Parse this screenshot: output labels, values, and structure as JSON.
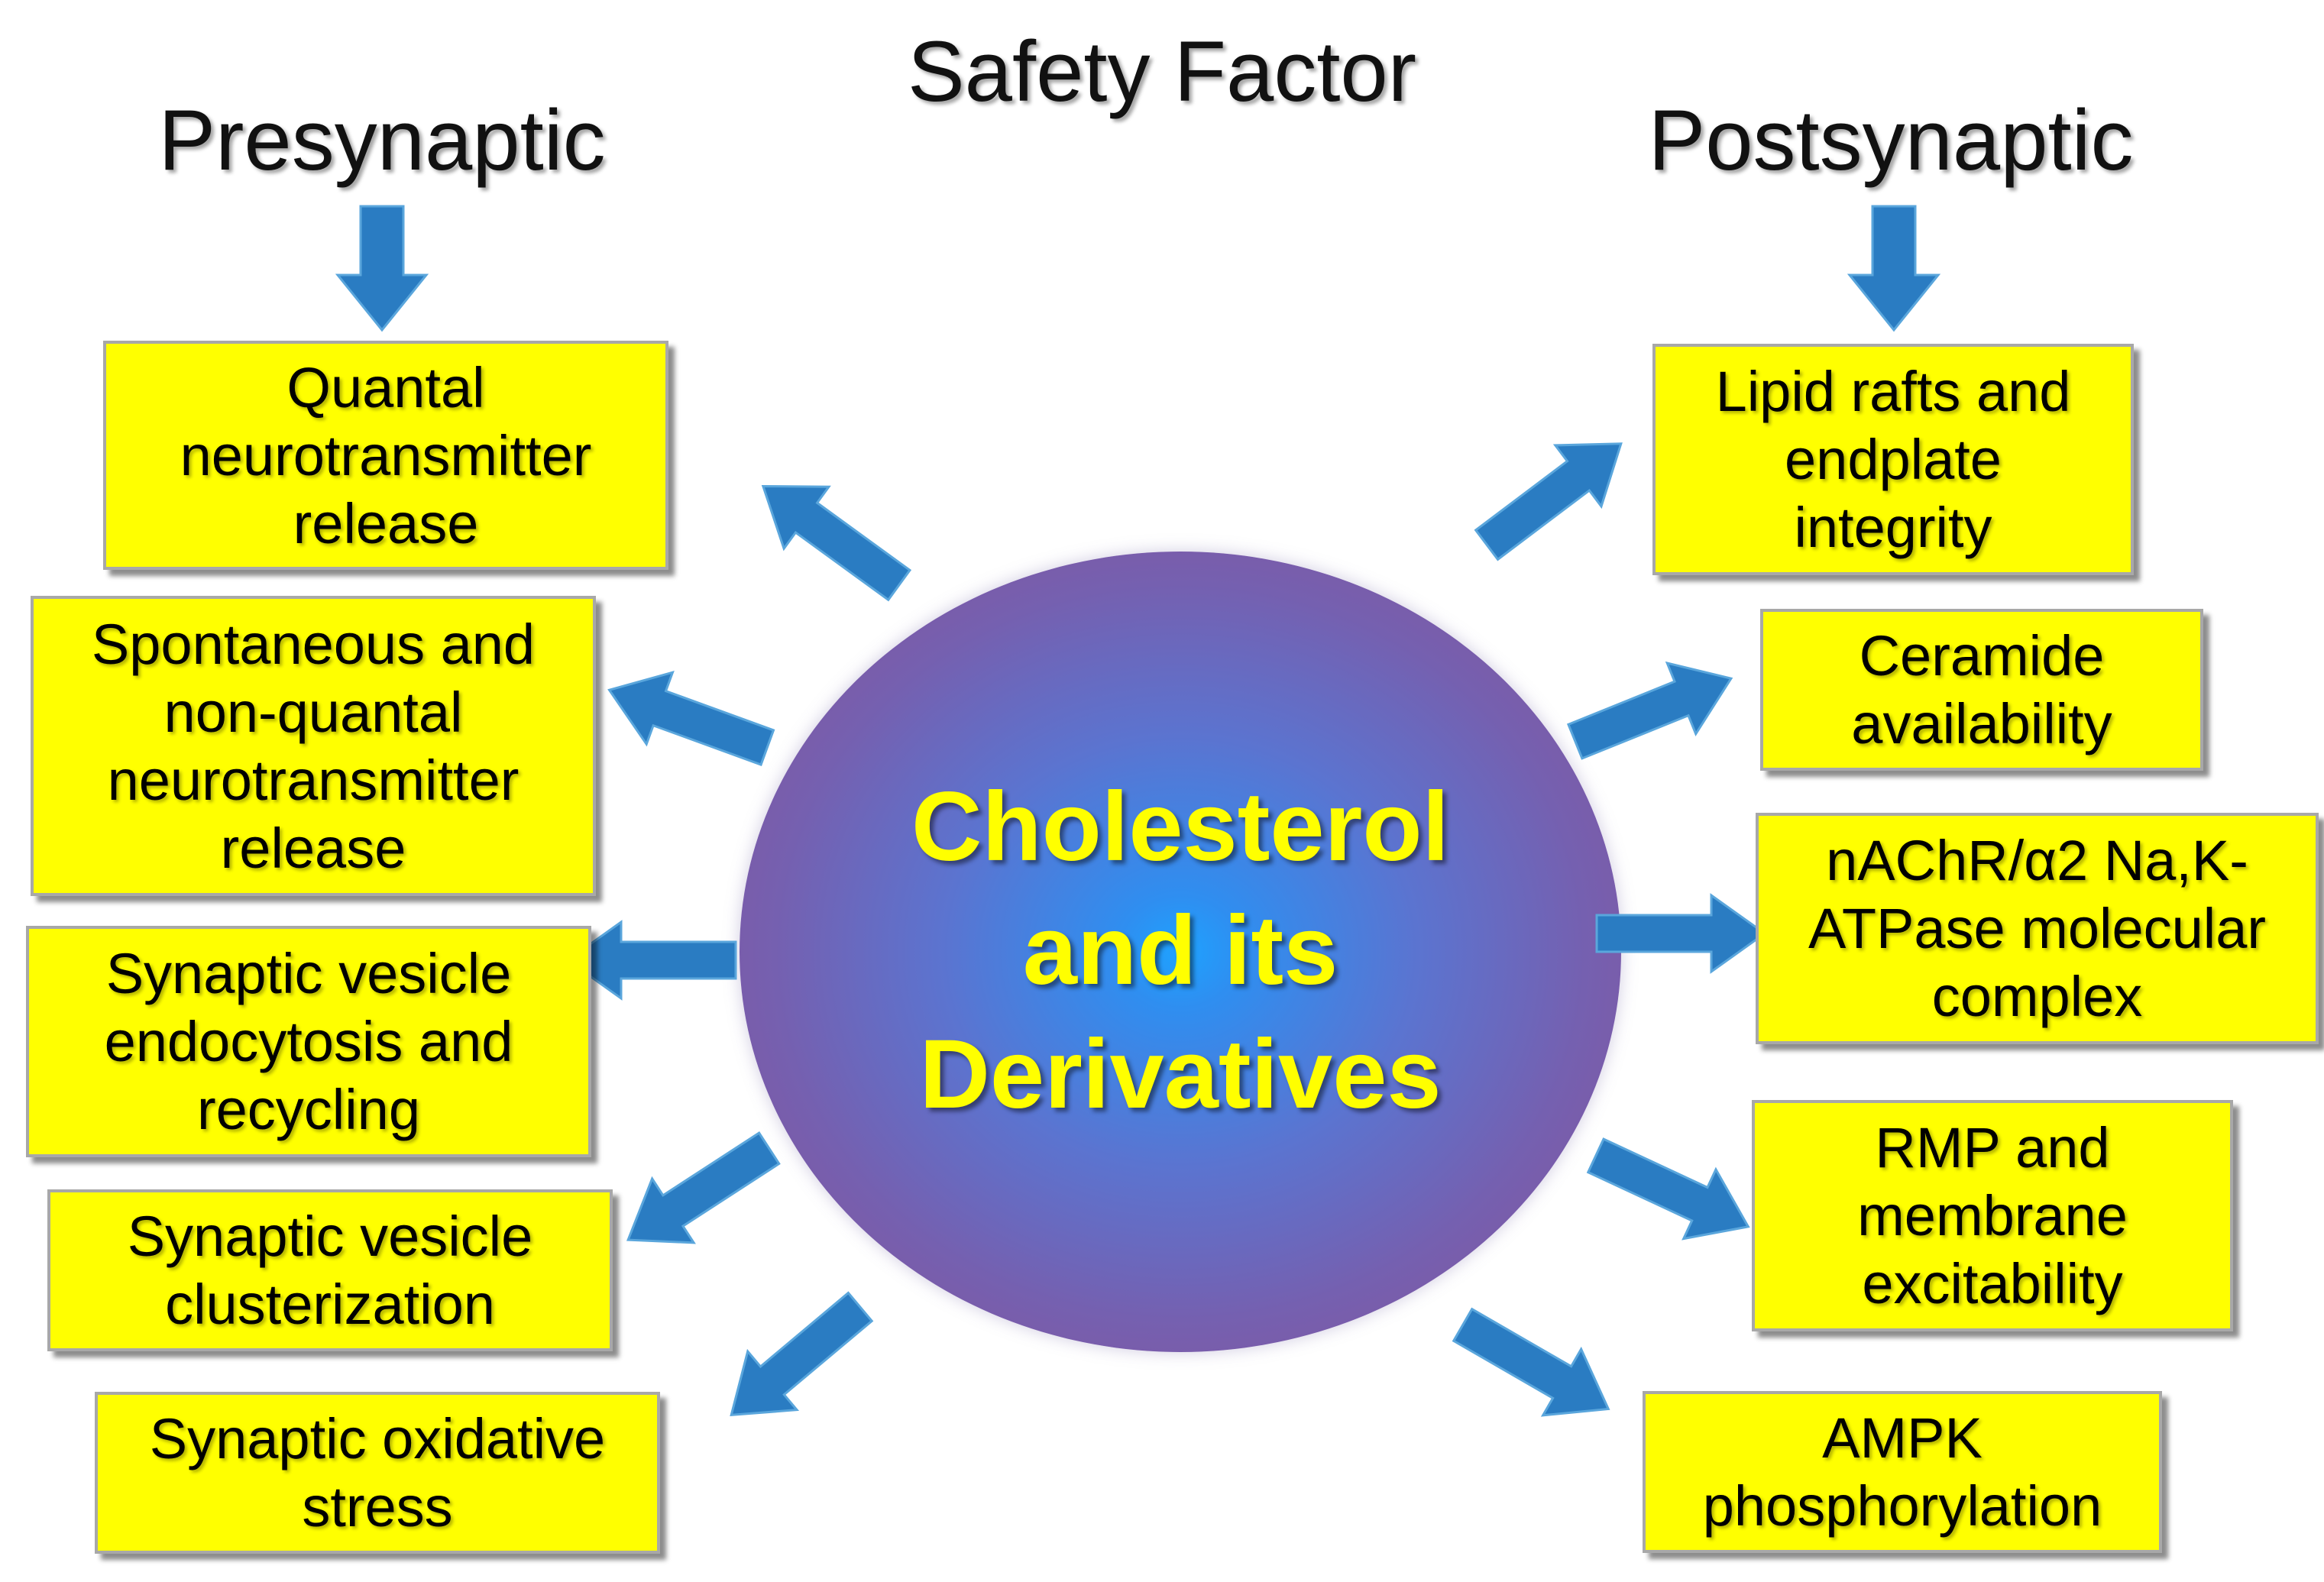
{
  "header": {
    "title": "Safety Factor",
    "presynaptic_label": "Presynaptic",
    "postsynaptic_label": "Postsynaptic"
  },
  "center": {
    "label": "Cholesterol\nand its\nDerivatives"
  },
  "presynaptic_items": [
    "Quantal\nneurotransmitter\nrelease",
    "Spontaneous and\nnon-quantal\nneurotransmitter\nrelease",
    "Synaptic vesicle\nendocytosis and\nrecycling",
    "Synaptic vesicle\nclusterization",
    "Synaptic oxidative\nstress"
  ],
  "postsynaptic_items": [
    "Lipid rafts and\nendplate\nintegrity",
    "Ceramide\navailability",
    "nAChR/α2 Na,K-\nATPase molecular\ncomplex",
    "RMP and\nmembrane\nexcitability",
    "AMPK\nphosphorylation"
  ],
  "colors": {
    "box_fill": "#ffff00",
    "arrow": "#2a7cc2",
    "center_text": "#ffff00",
    "circle_core": "#1ea2ff",
    "circle_edge": "#8256a0"
  }
}
